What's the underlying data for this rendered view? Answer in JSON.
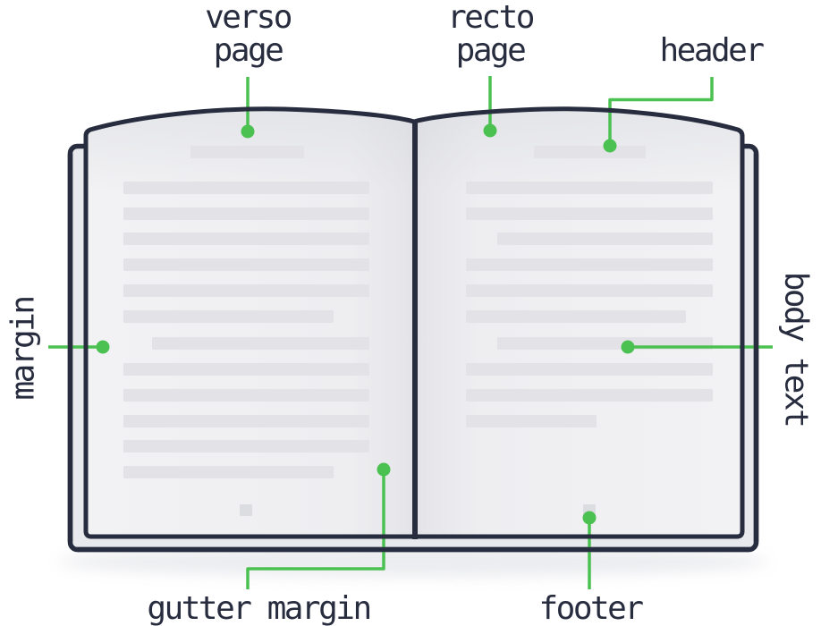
{
  "diagram": {
    "subject": "anatomy of an open book spread",
    "labels": {
      "verso_page": {
        "line1": "verso",
        "line2": "page"
      },
      "recto_page": {
        "line1": "recto",
        "line2": "page"
      },
      "header": "header",
      "margin": "margin",
      "body_text": "body text",
      "gutter_margin": "gutter margin",
      "footer": "footer"
    },
    "colors": {
      "accent_green": "#4bc152",
      "ink_navy": "#272c3e",
      "page_fill": "#f0f0f2",
      "placeholder_gray": "#e3e3e7"
    }
  }
}
